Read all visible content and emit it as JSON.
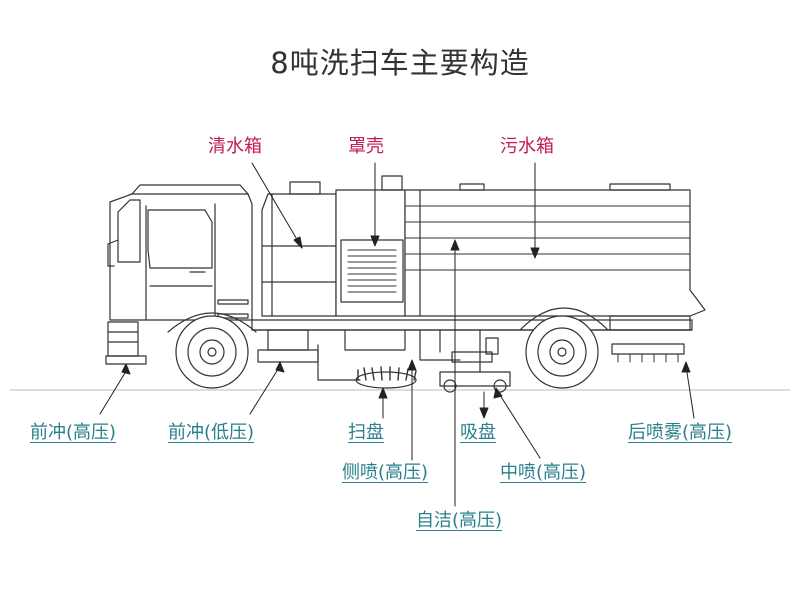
{
  "title": "8吨洗扫车主要构造",
  "colors": {
    "top_label": "#c21a5b",
    "bottom_label": "#2a7f8c",
    "line": "#333333"
  },
  "labels": {
    "clean_water_tank": "清水箱",
    "hood": "罩壳",
    "dirty_water_tank": "污水箱",
    "front_flush_high": "前冲(高压)",
    "front_flush_low": "前冲(低压)",
    "sweep_disc": "扫盘",
    "suction_disc": "吸盘",
    "rear_mist_high": "后喷雾(高压)",
    "side_spray_high": "侧喷(高压)",
    "middle_spray_high": "中喷(高压)",
    "self_clean_high": "自洁(高压)"
  }
}
